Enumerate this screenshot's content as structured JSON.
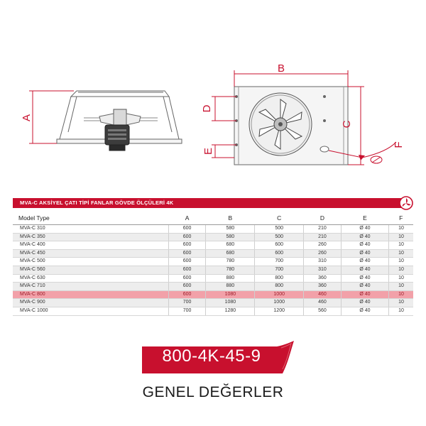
{
  "drawing": {
    "labels": {
      "a": "A",
      "b": "B",
      "c": "C",
      "d": "D",
      "e": "E",
      "f": "F"
    }
  },
  "table": {
    "title": "MVA-C AKSİYEL ÇATI TİPİ FANLAR GÖVDE ÖLÇÜLERİ 4K",
    "columns": [
      "Model Type",
      "A",
      "B",
      "C",
      "D",
      "E",
      "F"
    ],
    "rows": [
      [
        "MVA-C 310",
        "600",
        "580",
        "500",
        "210",
        "Ø 40",
        "10"
      ],
      [
        "MVA-C 350",
        "600",
        "580",
        "500",
        "210",
        "Ø 40",
        "10"
      ],
      [
        "MVA-C 400",
        "600",
        "680",
        "600",
        "260",
        "Ø 40",
        "10"
      ],
      [
        "MVA-C 450",
        "600",
        "680",
        "600",
        "260",
        "Ø 40",
        "10"
      ],
      [
        "MVA-C 500",
        "600",
        "780",
        "700",
        "310",
        "Ø 40",
        "10"
      ],
      [
        "MVA-C 560",
        "600",
        "780",
        "700",
        "310",
        "Ø 40",
        "10"
      ],
      [
        "MVA-C 630",
        "600",
        "880",
        "800",
        "360",
        "Ø 40",
        "10"
      ],
      [
        "MVA-C 710",
        "600",
        "880",
        "800",
        "360",
        "Ø 40",
        "10"
      ],
      [
        "MVA-C 800",
        "600",
        "1080",
        "1000",
        "460",
        "Ø 40",
        "10"
      ],
      [
        "MVA-C 900",
        "700",
        "1080",
        "1000",
        "460",
        "Ø 40",
        "10"
      ],
      [
        "MVA-C 1000",
        "700",
        "1280",
        "1200",
        "560",
        "Ø 40",
        "10"
      ]
    ],
    "highlighted_model": "MVA-C 800"
  },
  "badge": {
    "text": "800-4K-45-9",
    "color": "#c8102e"
  },
  "subtitle": "GENEL DEĞERLER",
  "colors": {
    "accent": "#c8102e",
    "highlight_row": "#f2a1a9",
    "stripe": "#ededed"
  }
}
